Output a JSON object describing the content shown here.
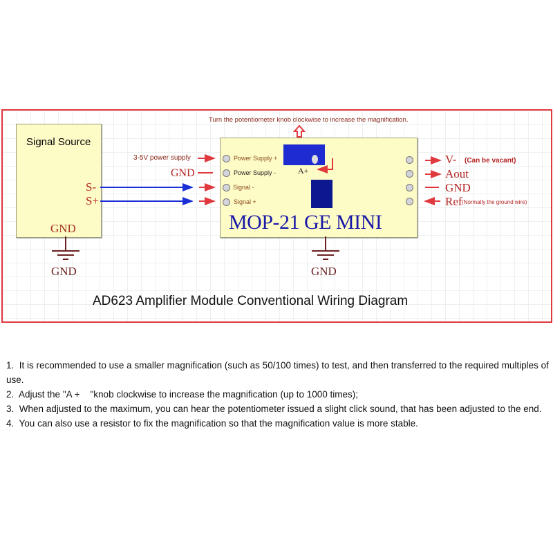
{
  "diagram": {
    "top_note": "Turn the potentiometer knob clockwise to increase the magnification.",
    "source": {
      "title": "Signal Source",
      "s_minus": "S-",
      "s_plus": "S+",
      "gnd": "GND",
      "ground_label": "GND"
    },
    "module": {
      "name": "MOP-21 GE MINI",
      "pot_label": "A+",
      "left_pins": [
        "Power Supply +",
        "Power Supply -",
        "Signal -",
        "Signal  +"
      ],
      "left_inputs": [
        "3-5V power supply",
        "GND"
      ],
      "right_pins": [
        {
          "label": "V-",
          "note": "(Can be vacant)"
        },
        {
          "label": "Aout",
          "note": ""
        },
        {
          "label": "GND",
          "note": ""
        },
        {
          "label": "Ref",
          "note": "(Normally the ground wire)"
        }
      ],
      "ground_label": "GND"
    },
    "caption": "AD623 Amplifier Module Conventional Wiring Diagram",
    "colors": {
      "red": "#e0393e",
      "blue": "#1a1aa8",
      "wire_blue": "#1b2fd6"
    }
  },
  "notes": [
    {
      "num": "1.",
      "text": "It is recommended to use a smaller magnification (such as 50/100 times) to test, and then transferred to the required multiples of use."
    },
    {
      "num": "2.",
      "text": "Adjust the \"A +    \"knob clockwise to increase the magnification (up to 1000 times);"
    },
    {
      "num": "3.",
      "text": "When adjusted to the maximum, you can hear the potentiometer issued a slight click sound, that has been adjusted to the end."
    },
    {
      "num": "4.",
      "text": "You can also use a resistor to fix the magnification so that the magnification value is more stable."
    }
  ]
}
